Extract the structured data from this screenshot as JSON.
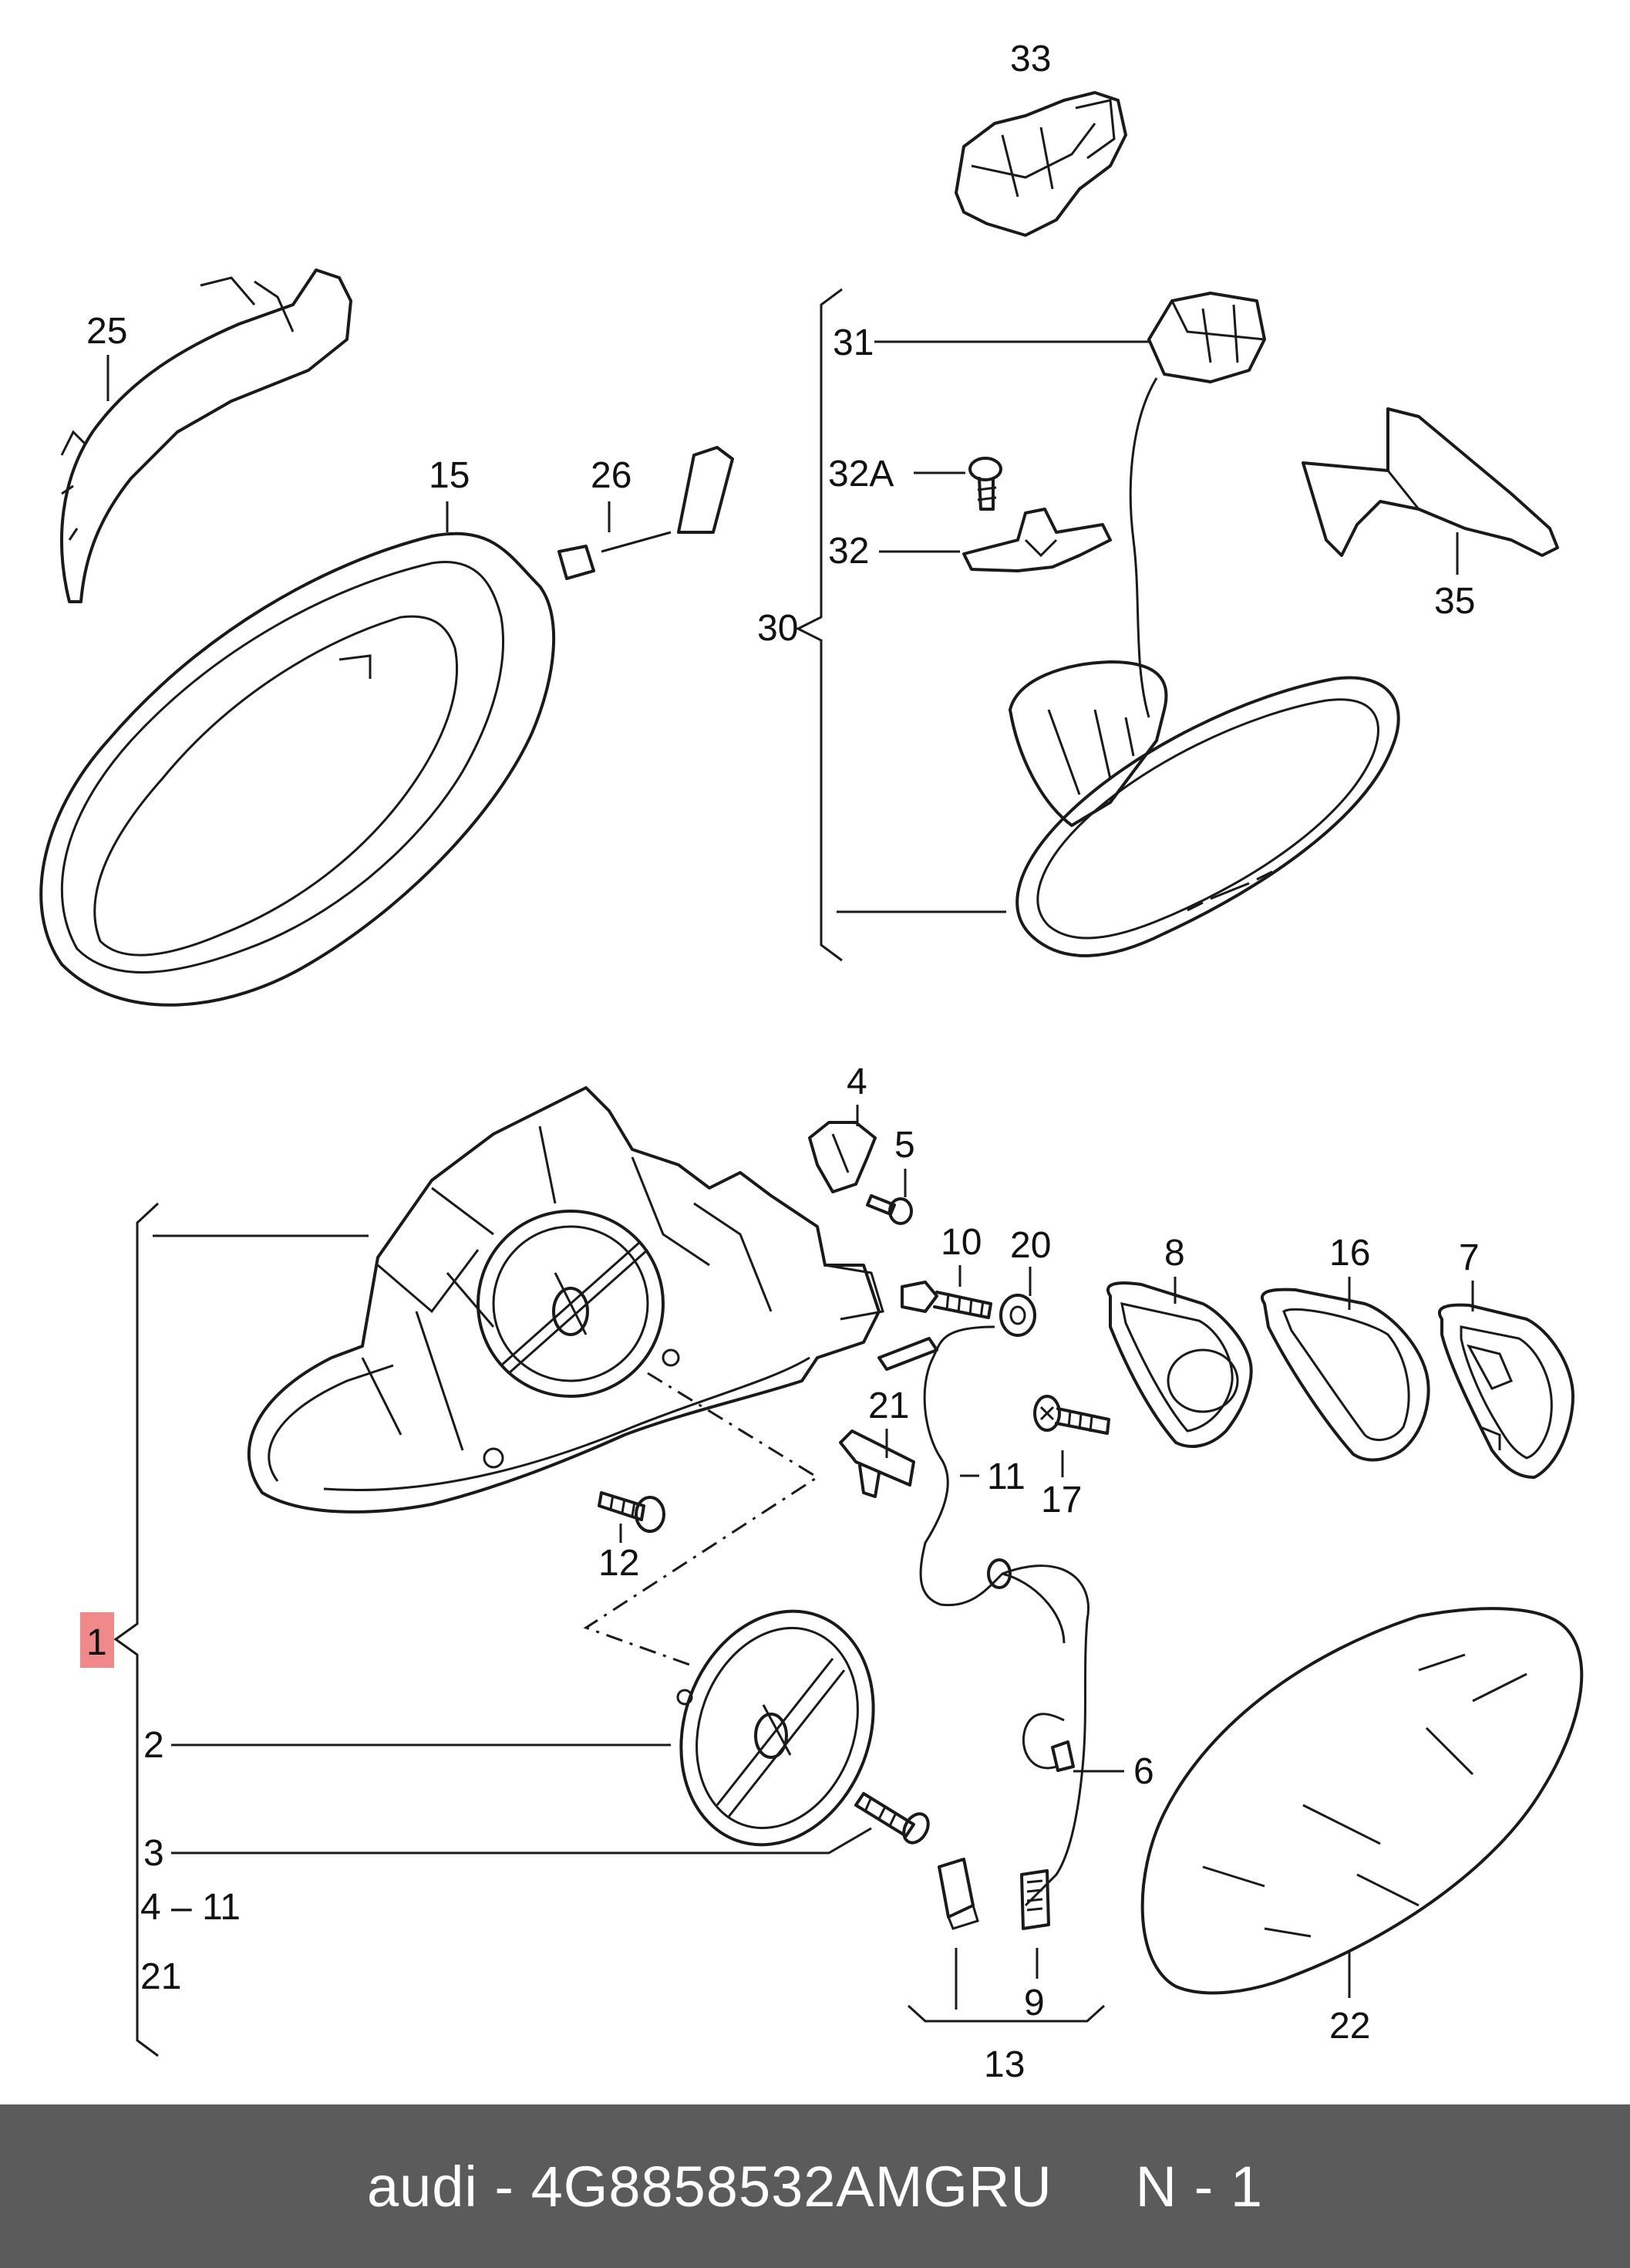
{
  "labels": {
    "l33": "33",
    "l25": "25",
    "l15": "15",
    "l26": "26",
    "l31": "31",
    "l32A": "32A",
    "l32": "32",
    "l30": "30",
    "l35": "35",
    "l4": "4",
    "l5": "5",
    "l10": "10",
    "l20": "20",
    "l8": "8",
    "l16": "16",
    "l7": "7",
    "l21a": "21",
    "l11": "11",
    "l17": "17",
    "l12": "12",
    "l1": "1",
    "l2": "2",
    "l3": "3",
    "l4_11": "4 – 11",
    "l21b": "21",
    "l6": "6",
    "l9": "9",
    "l13": "13",
    "l22": "22"
  },
  "highlight_color": "#f08a8a",
  "footer": {
    "text": "audi - 4G8858532AMGRU     N - 1"
  }
}
